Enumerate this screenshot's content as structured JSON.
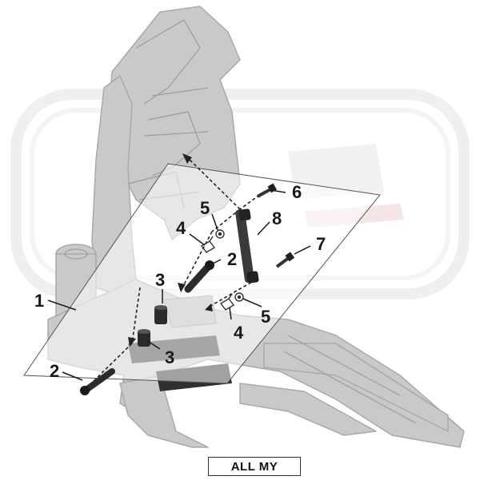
{
  "diagram": {
    "callouts": {
      "c1": "1",
      "c2a": "2",
      "c2b": "2",
      "c3a": "3",
      "c3b": "3",
      "c4a": "4",
      "c4b": "4",
      "c5a": "5",
      "c5b": "5",
      "c6": "6",
      "c7": "7",
      "c8": "8"
    },
    "model_year_label": "ALL MY",
    "colors": {
      "frame_fill": "#c9c9c9",
      "frame_stroke": "#a8a8a8",
      "part_dark": "#2b2b2b",
      "text": "#1a1a1a",
      "watermark": "#dedede",
      "watermark_accent": "#f0c8c8"
    }
  }
}
